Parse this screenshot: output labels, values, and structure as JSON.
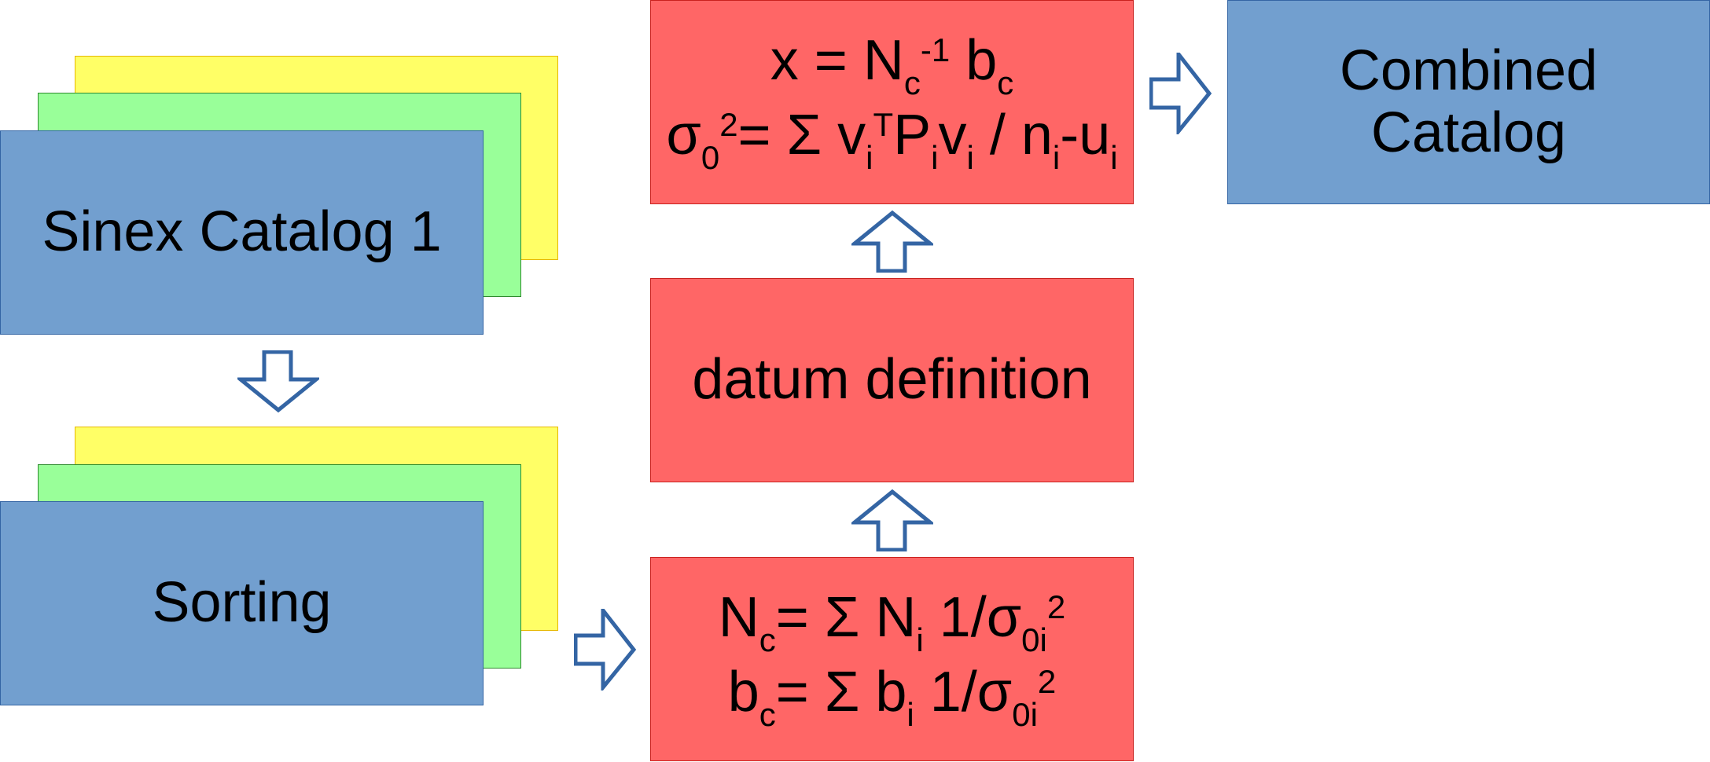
{
  "stack_top": {
    "label": "Sinex Catalog 1"
  },
  "stack_bottom": {
    "label": "Sorting"
  },
  "box_accumulate": {
    "line1": {
      "a": "N",
      "a_sub": "c",
      "b": "= Σ N",
      "b_sub": "i",
      "c": " 1/σ",
      "c_sub": "0i",
      "c_sup": "2"
    },
    "line2": {
      "a": "b",
      "a_sub": "c",
      "b": "= Σ b",
      "b_sub": "i",
      "c": " 1/σ",
      "c_sub": "0i",
      "c_sup": "2"
    }
  },
  "box_datum": {
    "label": "datum definition"
  },
  "box_solve": {
    "line1": {
      "a": "x = N",
      "a_sub": "c",
      "a_sup": "-1",
      "b": " b",
      "b_sub": "c"
    },
    "line2": {
      "a": "σ",
      "a_sub": "0",
      "a_sup": "2",
      "b": "= Σ v",
      "b_sub": "i",
      "b_sup": "T",
      "c": "P",
      "c_sub": "i",
      "d": "v",
      "d_sub": "i",
      "e": " / n",
      "e_sub": "i",
      "f": "-u",
      "f_sub": "i"
    }
  },
  "box_result": {
    "label_line1": "Combined",
    "label_line2": "Catalog"
  },
  "colors": {
    "yellow": "#ffff66",
    "green": "#99ff99",
    "blue": "#729fcf",
    "red": "#ff6666",
    "arrow_outline": "#3465a4"
  },
  "arrows": {
    "stack_to_sorting": "down-arrow-icon",
    "sorting_to_accumulate": "right-arrow-icon",
    "accumulate_to_datum": "up-arrow-icon",
    "datum_to_solve": "up-arrow-icon",
    "solve_to_result": "right-arrow-icon"
  }
}
